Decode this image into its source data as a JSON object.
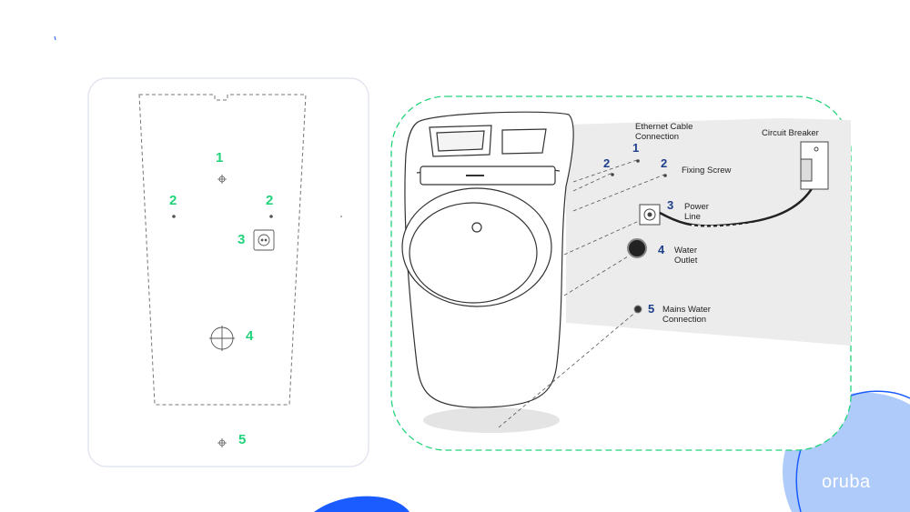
{
  "left_template": {
    "markers": [
      {
        "number": "1"
      },
      {
        "number": "2"
      },
      {
        "number": "2"
      },
      {
        "number": "3"
      },
      {
        "number": "4"
      },
      {
        "number": "5"
      }
    ]
  },
  "right_diagram": {
    "labels": {
      "ethernet": "Ethernet Cable Connection",
      "ethernet_l1": "Ethernet Cable",
      "ethernet_l2": "Connection",
      "fixing_screw": "Fixing Screw",
      "power_l1": "Power",
      "power_l2": "Line",
      "water_outlet_l1": "Water",
      "water_outlet_l2": "Outlet",
      "mains_l1": "Mains Water",
      "mains_l2": "Connection",
      "circuit_breaker": "Circuit Breaker"
    },
    "numbers": {
      "n1": "1",
      "n2a": "2",
      "n2b": "2",
      "n3": "3",
      "n4": "4",
      "n5": "5"
    }
  },
  "brand": {
    "logo": "oruba"
  },
  "colors": {
    "green": "#22d37a",
    "navy": "#1d3f8a",
    "blue": "#1a5cff",
    "light_blue": "#aecbfa"
  }
}
